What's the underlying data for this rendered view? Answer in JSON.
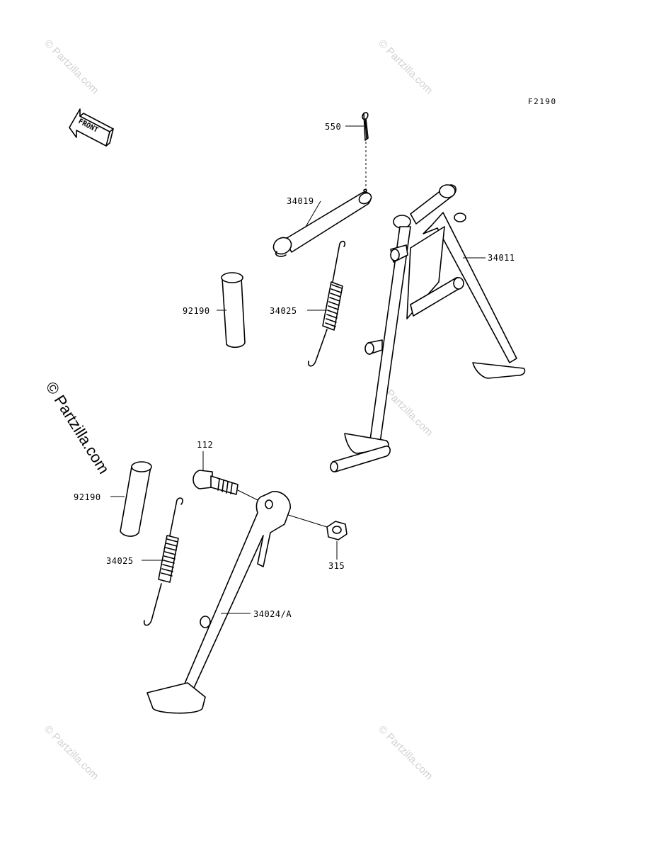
{
  "diagram": {
    "ref_code": "F2190",
    "front_arrow_label": "FRONT",
    "watermark_text": "© Partzilla.com",
    "parts": [
      {
        "id": "p550",
        "label": "550"
      },
      {
        "id": "p34019",
        "label": "34019"
      },
      {
        "id": "p34011",
        "label": "34011"
      },
      {
        "id": "p92190a",
        "label": "92190"
      },
      {
        "id": "p34025a",
        "label": "34025"
      },
      {
        "id": "p112",
        "label": "112"
      },
      {
        "id": "p92190b",
        "label": "92190"
      },
      {
        "id": "p34025b",
        "label": "34025"
      },
      {
        "id": "p315",
        "label": "315"
      },
      {
        "id": "p34024",
        "label": "34024/A"
      }
    ]
  }
}
